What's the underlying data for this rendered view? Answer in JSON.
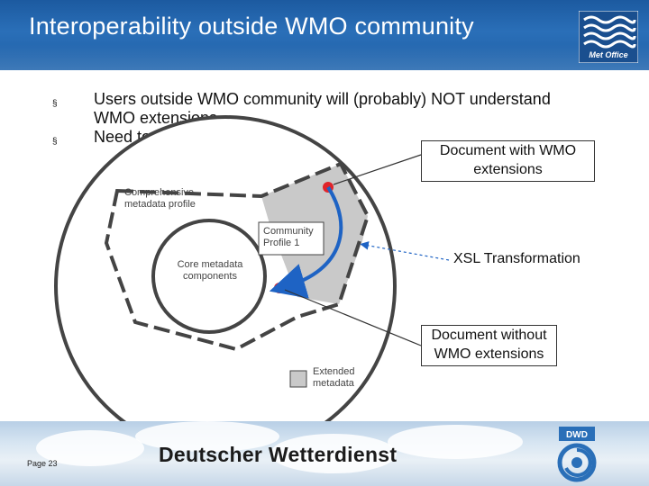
{
  "header": {
    "title": "Interoperability outside WMO community",
    "logo_text": "Met Office"
  },
  "bullets": [
    {
      "mark": "§",
      "text": "Users outside WMO community will (probably) NOT understand WMO extensions …"
    },
    {
      "mark": "§",
      "text": "Need to ‘remove’ them???"
    }
  ],
  "diagram": {
    "comprehensive_label": "Comprehensive metadata profile",
    "core_label": "Core metadata components",
    "community_label": "Community Profile 1",
    "extended_label": "Extended metadata",
    "callout_top": "Document with WMO extensions",
    "callout_bottom": "Document without WMO extensions",
    "xsl_label": "XSL Transformation"
  },
  "footer": {
    "org_name": "Deutscher Wetterdienst",
    "page": "Page 23",
    "logo_text": "DWD"
  },
  "colors": {
    "header_blue": "#1f5fa5",
    "arrow_blue": "#1e63c4",
    "marker_red": "#e0242a",
    "extended_gray": "#c9c9c9"
  }
}
